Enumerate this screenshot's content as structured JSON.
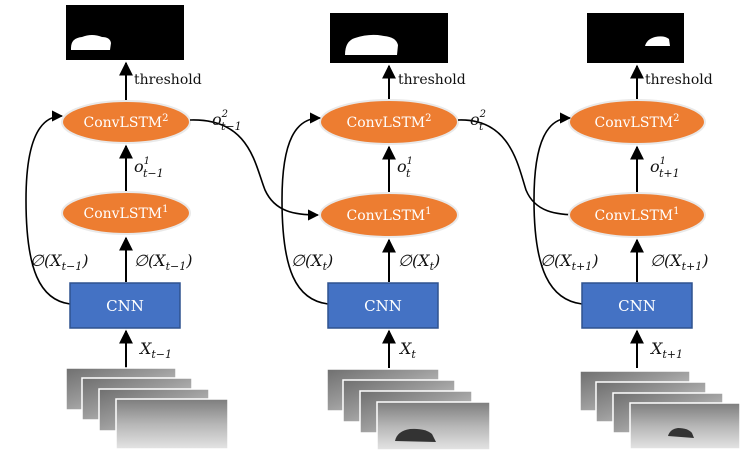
{
  "colors": {
    "ellipse": "#ED7D31",
    "ellipse_stroke": "#E9E9E9",
    "cnn": "#4472C4",
    "cnn_stroke": "#2F528F",
    "arrow": "#000000",
    "mask_bg": "#000000",
    "mask_fg": "#ffffff"
  },
  "columns": [
    {
      "threshold_label": "threshold",
      "convlstm2_label": "ConvLSTM",
      "convlstm2_sup": "2",
      "convlstm1_label": "ConvLSTM",
      "convlstm1_sup": "1",
      "o1": {
        "base": "o",
        "sup": "1",
        "sub": "t−1"
      },
      "o2": {
        "base": "o",
        "sup": "2",
        "sub": "t−1"
      },
      "phi_left": {
        "prefix": "∅(X",
        "sub": "t−1",
        "suffix": ")"
      },
      "phi_right": {
        "prefix": "∅(X",
        "sub": "t−1",
        "suffix": ")"
      },
      "cnn_label": "CNN",
      "x_input": {
        "base": "X",
        "sub": "t−1"
      }
    },
    {
      "threshold_label": "threshold",
      "convlstm2_label": "ConvLSTM",
      "convlstm2_sup": "2",
      "convlstm1_label": "ConvLSTM",
      "convlstm1_sup": "1",
      "o1": {
        "base": "o",
        "sup": "1",
        "sub": "t"
      },
      "o2": {
        "base": "o",
        "sup": "2",
        "sub": "t"
      },
      "phi_left": {
        "prefix": "∅(X",
        "sub": "t",
        "suffix": ")"
      },
      "phi_right": {
        "prefix": "∅(X",
        "sub": "t",
        "suffix": ")"
      },
      "cnn_label": "CNN",
      "x_input": {
        "base": "X",
        "sub": "t"
      }
    },
    {
      "threshold_label": "threshold",
      "convlstm2_label": "ConvLSTM",
      "convlstm2_sup": "2",
      "convlstm1_label": "ConvLSTM",
      "convlstm1_sup": "1",
      "o1": {
        "base": "o",
        "sup": "1",
        "sub": "t+1"
      },
      "phi_left": {
        "prefix": "∅(X",
        "sub": "t+1",
        "suffix": ")"
      },
      "phi_right": {
        "prefix": "∅(X",
        "sub": "t+1",
        "suffix": ")"
      },
      "cnn_label": "CNN",
      "x_input": {
        "base": "X",
        "sub": "t+1"
      }
    }
  ]
}
